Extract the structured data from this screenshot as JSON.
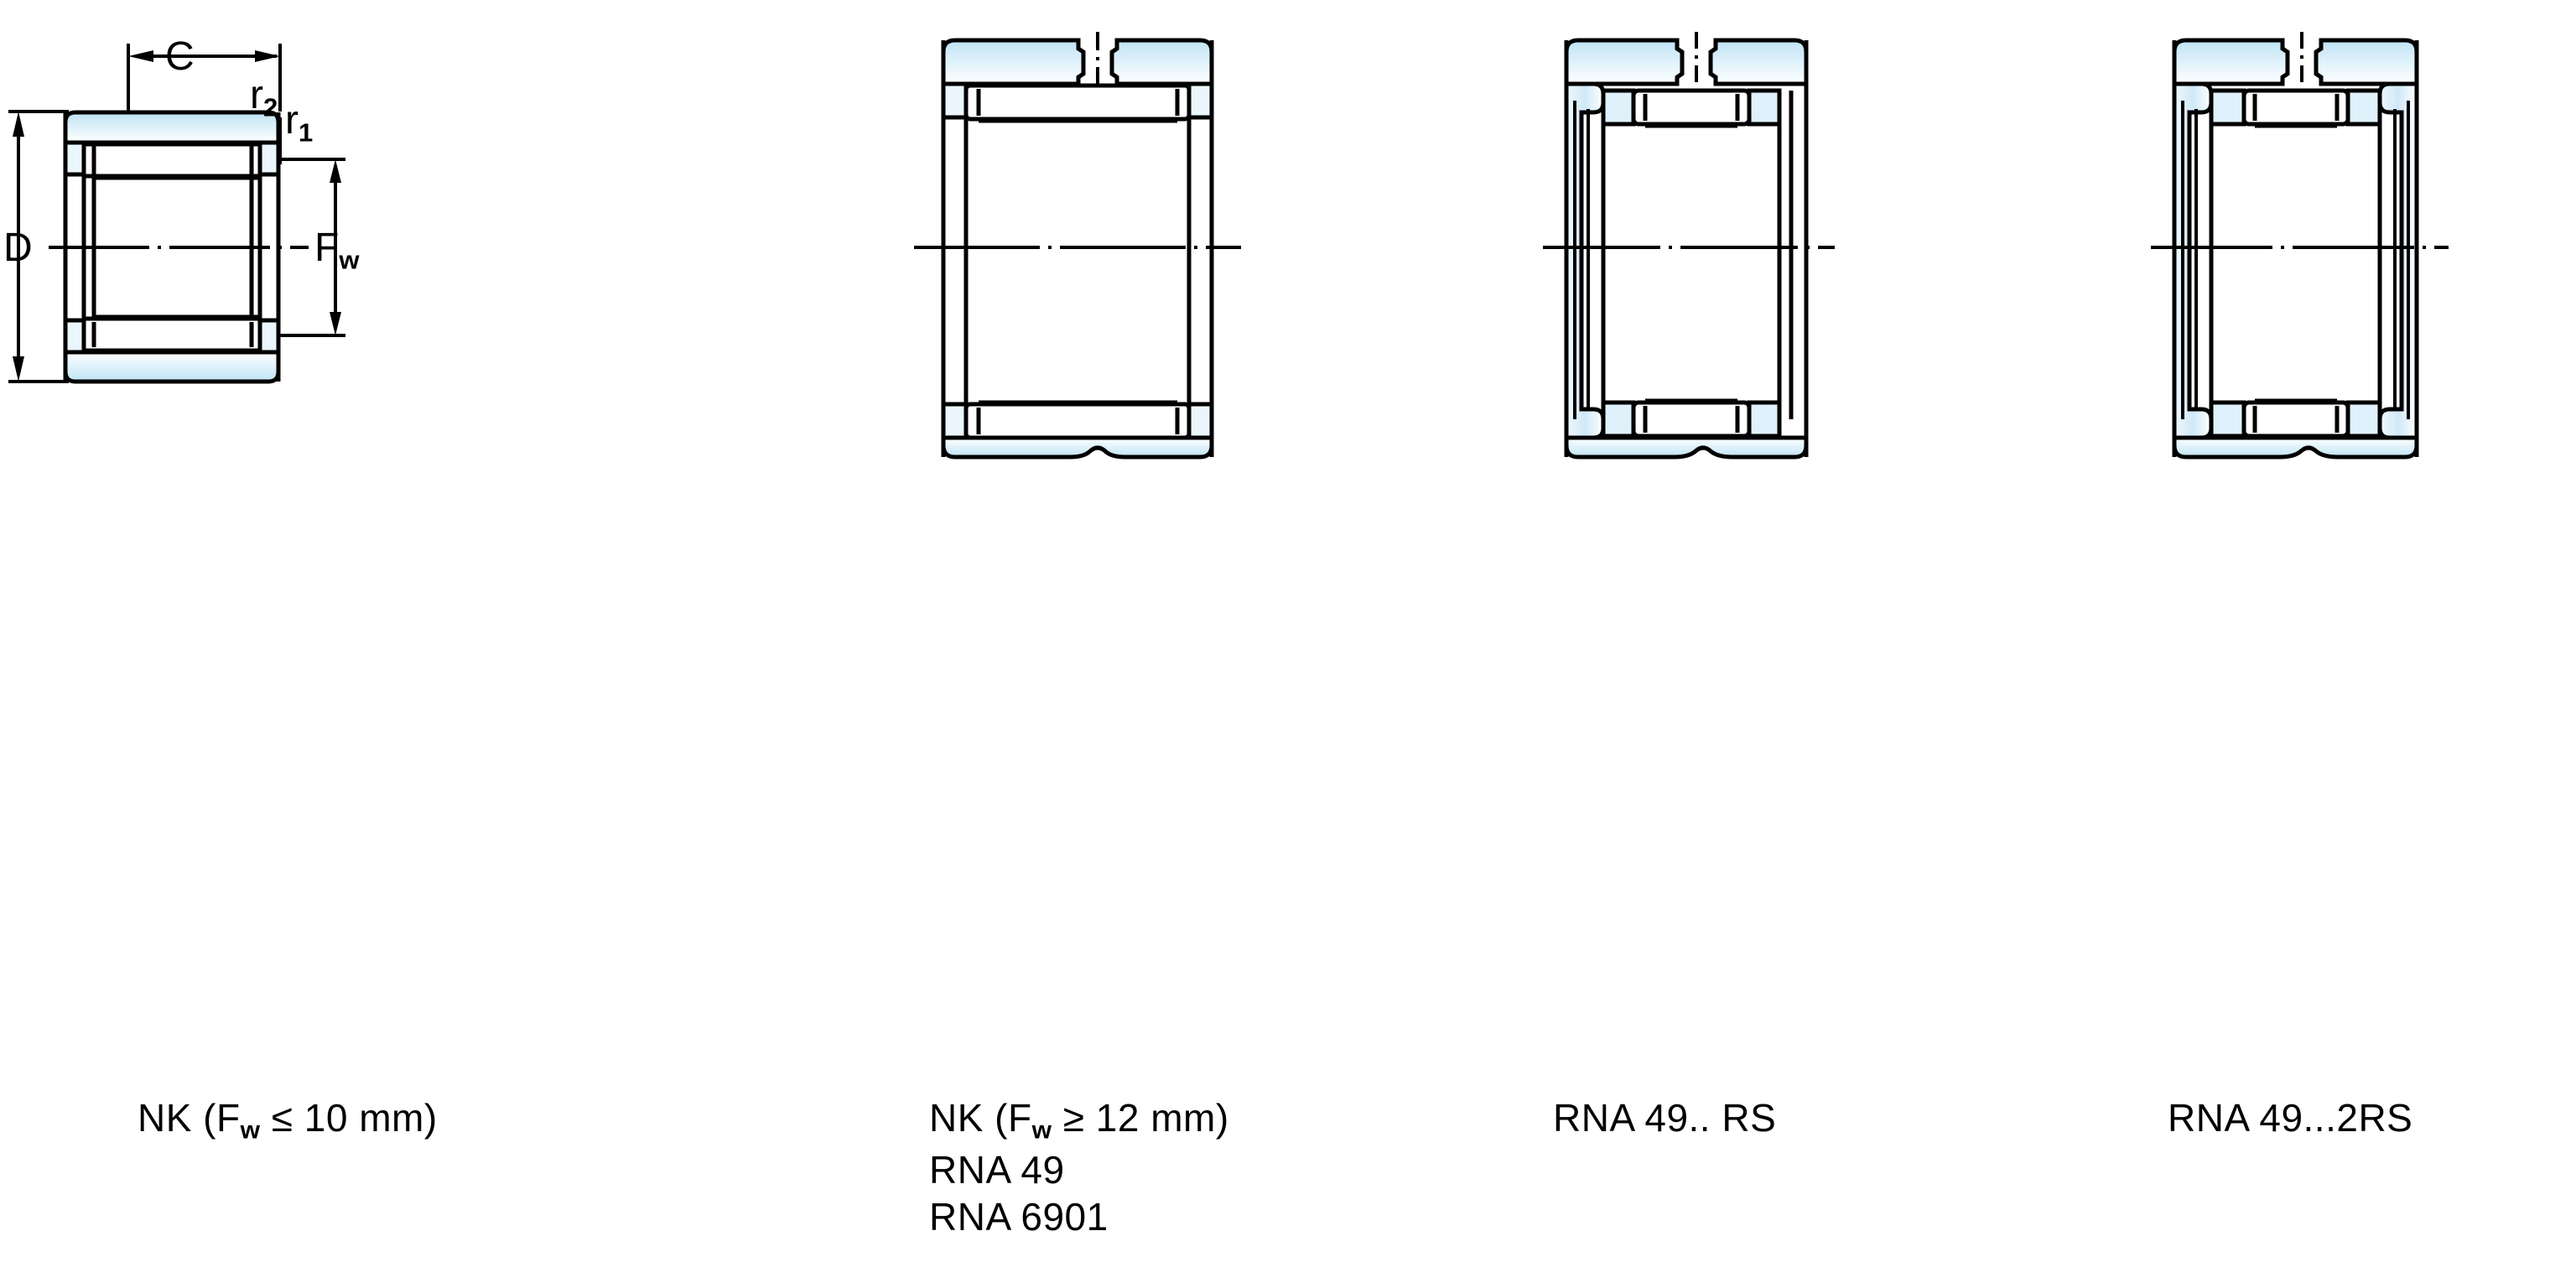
{
  "document": {
    "type": "technical-drawing",
    "subject": "Needle roller bearing cross-section diagrams",
    "background_color": "#ffffff",
    "line_color": "#000000",
    "ring_fill_color": "#cce7f5",
    "ring_fill_color_light": "#eaf6fc"
  },
  "dimensions": {
    "width_label": "C",
    "outer_diameter_label": "D",
    "raceway_diameter_label": "F",
    "raceway_diameter_sub": "w",
    "fillet_outer_label": "r",
    "fillet_outer_sub": "2",
    "fillet_inner_label": "r",
    "fillet_inner_sub": "1"
  },
  "figures": [
    {
      "id": "fig-1",
      "caption_lines": [
        {
          "pre": "NK (F",
          "sub": "w",
          "post": " ≤ 10 mm)"
        }
      ]
    },
    {
      "id": "fig-2",
      "caption_lines": [
        {
          "pre": "NK (F",
          "sub": "w",
          "post": " ≥ 12 mm)"
        },
        {
          "pre": "RNA 49",
          "sub": "",
          "post": ""
        },
        {
          "pre": "RNA 6901",
          "sub": "",
          "post": ""
        }
      ]
    },
    {
      "id": "fig-3",
      "caption_lines": [
        {
          "pre": "RNA 49.. RS",
          "sub": "",
          "post": ""
        }
      ]
    },
    {
      "id": "fig-4",
      "caption_lines": [
        {
          "pre": "RNA 49...2RS",
          "sub": "",
          "post": ""
        }
      ]
    }
  ],
  "captions": {
    "fig1_text": "NK (Fw ≤ 10 mm)",
    "fig2_line1": "NK (Fw ≥ 12 mm)",
    "fig2_line2": "RNA 49",
    "fig2_line3": "RNA 6901",
    "fig3_text": "RNA 49.. RS",
    "fig4_text": "RNA 49...2RS"
  }
}
